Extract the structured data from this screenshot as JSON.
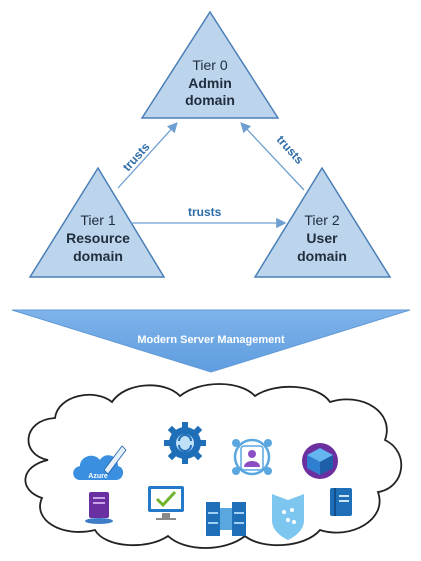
{
  "tiers": [
    {
      "tier": "Tier 0",
      "line1": "Admin",
      "line2": "domain"
    },
    {
      "tier": "Tier 1",
      "line1": "Resource",
      "line2": "domain"
    },
    {
      "tier": "Tier 2",
      "line1": "User",
      "line2": "domain"
    }
  ],
  "arrows": {
    "left": "trusts",
    "right": "trusts",
    "bottom": "trusts"
  },
  "banner": {
    "label": "Modern Server Management"
  },
  "cloud": {
    "azure_label": "Azure",
    "icons": [
      "azure-cloud-icon",
      "gear-sync-icon",
      "user-identity-icon",
      "defender-cube-icon",
      "server-icon",
      "monitor-check-icon",
      "storage-blocks-icon",
      "shield-network-icon",
      "book-icon"
    ]
  },
  "colors": {
    "triangle_fill": "#bcd4ec",
    "triangle_stroke": "#4a7fb5",
    "arrow": "#6f9fd0",
    "banner_fill": "#6ba6e3",
    "text": "#1f2d3d",
    "trusts_text": "#2e6ca8"
  }
}
